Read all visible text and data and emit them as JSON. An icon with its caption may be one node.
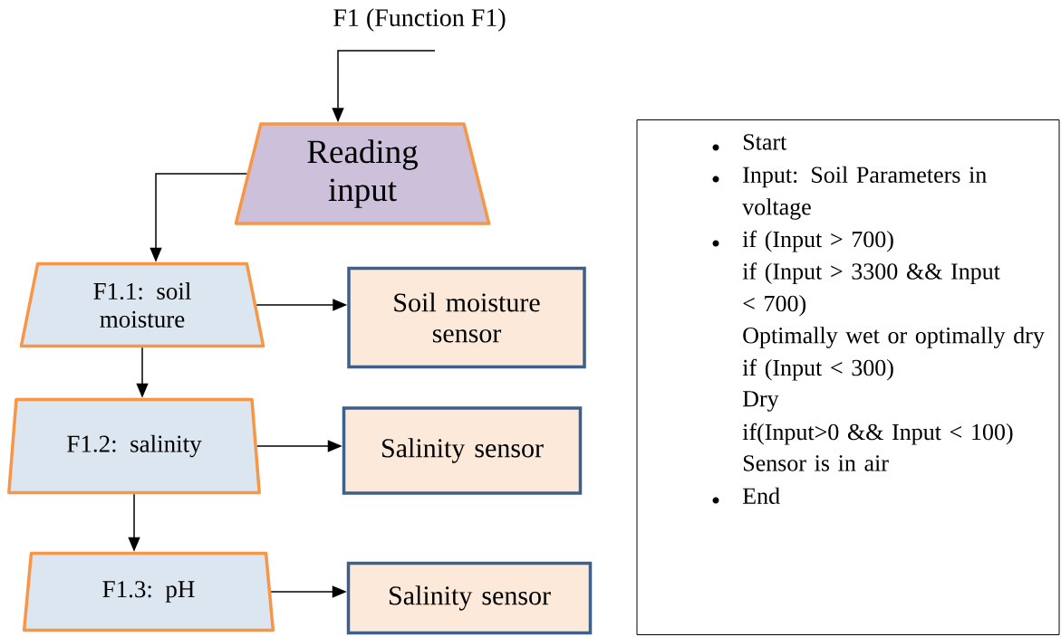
{
  "diagram": {
    "title": "F1 (Function F1)",
    "nodes": [
      {
        "text": [
          "Reading input"
        ]
      },
      {
        "text": [
          "F1.1: soil moisture"
        ]
      },
      {
        "text": [
          "Soil moisture sensor"
        ]
      },
      {
        "text": [
          "F1.2: salinity"
        ]
      },
      {
        "text": [
          "Salinity sensor"
        ]
      },
      {
        "text": [
          "F1.3: pH"
        ]
      },
      {
        "text": [
          "Salinity sensor"
        ]
      },
      {
        "text": [
          "Start",
          "Input: Soil Parameters in voltage",
          "if (Input > 700)",
          "if (Input > 3300 && Input < 700)",
          "Optimally wet or optimally dry",
          "if (Input < 300)",
          "Dry",
          "if(Input>0 && Input < 100)",
          "Sensor is in air",
          "End"
        ]
      }
    ],
    "edges": [
      {
        "from": null,
        "to": 0,
        "arrow": "to"
      },
      {
        "from": 0,
        "to": 1,
        "arrow": "to"
      },
      {
        "from": 1,
        "to": 2,
        "arrow": "to"
      },
      {
        "from": 1,
        "to": 3,
        "arrow": "to"
      },
      {
        "from": 3,
        "to": 4,
        "arrow": "to"
      },
      {
        "from": 3,
        "to": 5,
        "arrow": "to"
      },
      {
        "from": 5,
        "to": 6,
        "arrow": "to"
      }
    ]
  }
}
